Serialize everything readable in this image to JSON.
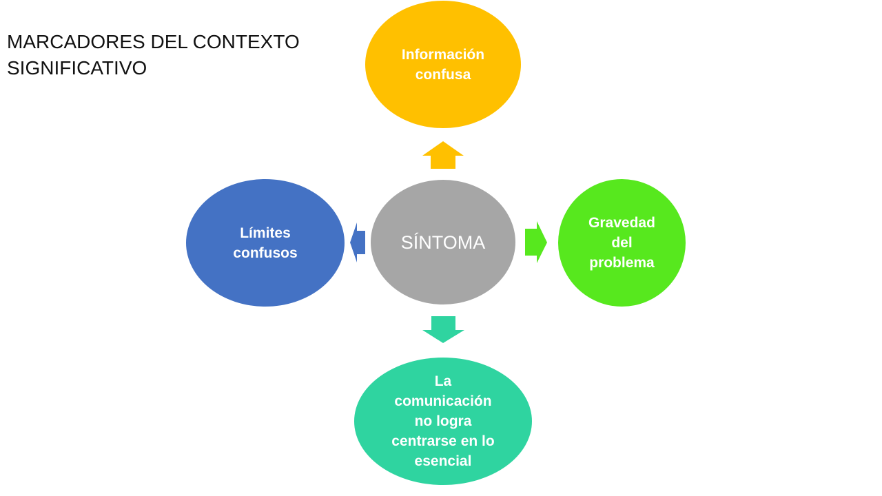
{
  "title": "MARCADORES DEL CONTEXTO\nSIGNIFICATIVO",
  "center": {
    "label": "SÍNTOMA",
    "color": "#a6a6a6"
  },
  "nodes": {
    "top": {
      "label": "Información\nconfusa",
      "color": "#ffc000"
    },
    "right": {
      "label": "Gravedad\ndel\nproblema",
      "color": "#57e81e"
    },
    "bottom": {
      "label": "La\ncomunicación\nno logra\ncentrarse en lo\nesencial",
      "color": "#2fd4a0"
    },
    "left": {
      "label": "Límites\nconfusos",
      "color": "#4472c4"
    }
  }
}
